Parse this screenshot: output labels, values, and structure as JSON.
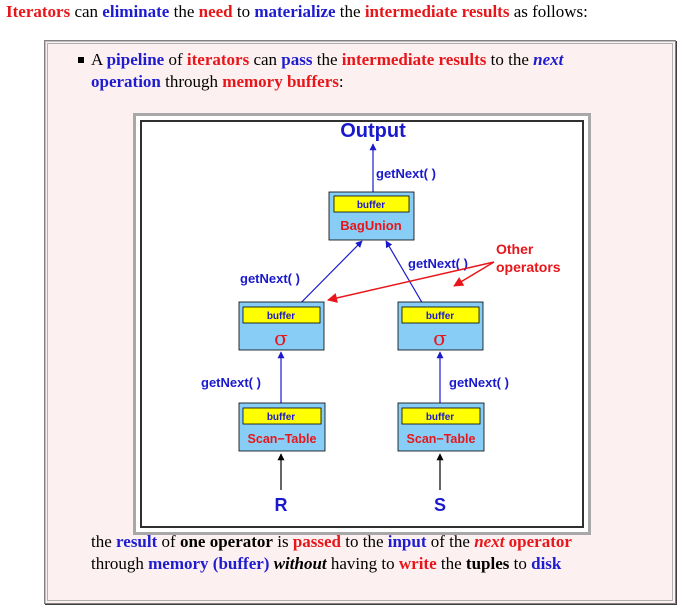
{
  "headline": {
    "iterators": "Iterators",
    "can": " can ",
    "eliminate": "eliminate",
    "the1": " the ",
    "need": "need",
    "to": " to ",
    "materialize": "materialize",
    "the2": " the ",
    "intermediate_results": "intermediate results",
    "as_follows": " as follows:"
  },
  "bullet": {
    "a": "A ",
    "pipeline": "pipeline",
    "of": " of ",
    "iterators": "iterators",
    "can": " can ",
    "pass": "pass",
    "the": " the ",
    "intermediate_results": "intermediate results",
    "to_the": " to the ",
    "next": "next",
    "operation": "operation",
    "through": " through ",
    "memory_buffers": "memory buffers",
    "colon": ":"
  },
  "diagram": {
    "output": "Output",
    "get_next": "getNext( )",
    "buffer": "buffer",
    "bag_union": "BagUnion",
    "sigma": "σ",
    "scan_table": "Scan−Table",
    "r": "R",
    "s": "S",
    "other_operators_line1": "Other",
    "other_operators_line2": "operators",
    "colors": {
      "box_fill": "#87cdf5",
      "buffer_fill": "#ffff00",
      "blue": "#1a1acc",
      "red": "#e8161a"
    }
  },
  "bottom": {
    "the": "the ",
    "result": "result",
    "of": " of ",
    "one_operator": "one operator",
    "is": " is ",
    "passed": "passed",
    "to_the": " to the ",
    "input": "input",
    "of_the": " of the ",
    "next": "next",
    "operator": " operator",
    "through": "through ",
    "memory_buffer": "memory (buffer)",
    "without": "without",
    "having_to": " having to ",
    "write": "write",
    "the2": " the ",
    "tuples": "tuples",
    "to": " to ",
    "disk": "disk"
  }
}
